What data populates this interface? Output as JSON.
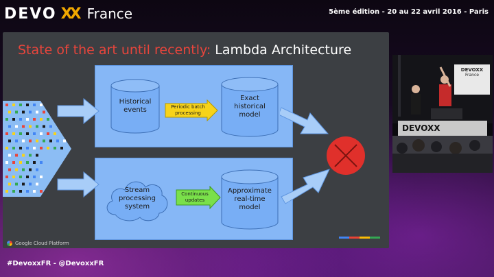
{
  "header": {
    "logo_dev": "DEVO",
    "logo_xx": "XX",
    "logo_france": "France",
    "edition": "5ème édition - 20 au 22 avril 2016 - Paris"
  },
  "footer": {
    "hashtags": "#DevoxxFR - @DevoxxFR"
  },
  "slide": {
    "title_red": "State of the art until recently:",
    "title_white": " Lambda Architecture",
    "batch_layer": {
      "source": [
        "Historical",
        "events"
      ],
      "process_label": [
        "Periodic batch",
        "processing"
      ],
      "output": [
        "Exact",
        "historical",
        "model"
      ]
    },
    "speed_layer": {
      "source": [
        "Stream",
        "processing",
        "system"
      ],
      "process_label": [
        "Continuous",
        "updates"
      ],
      "output": [
        "Approximate",
        "real-time",
        "model"
      ]
    },
    "footer_brand": "Google Cloud Platform"
  },
  "video": {
    "banner_top": "DEVOXX",
    "banner_sub": "France",
    "banner_bottom": "DEVOXX"
  },
  "colors": {
    "title_red": "#e8453c",
    "panel_blue": "#86b7f6",
    "cylinder_blue": "#78aef5",
    "arrow_yellow": "#f7d31a",
    "arrow_green": "#7ae04a",
    "cross_red": "#e0302b",
    "slide_bg": "#3c3f43",
    "accent_gold": "#f1a800"
  },
  "icons": [
    "dot-field-icon",
    "red-cross-circle-icon",
    "google-cloud-icon"
  ]
}
